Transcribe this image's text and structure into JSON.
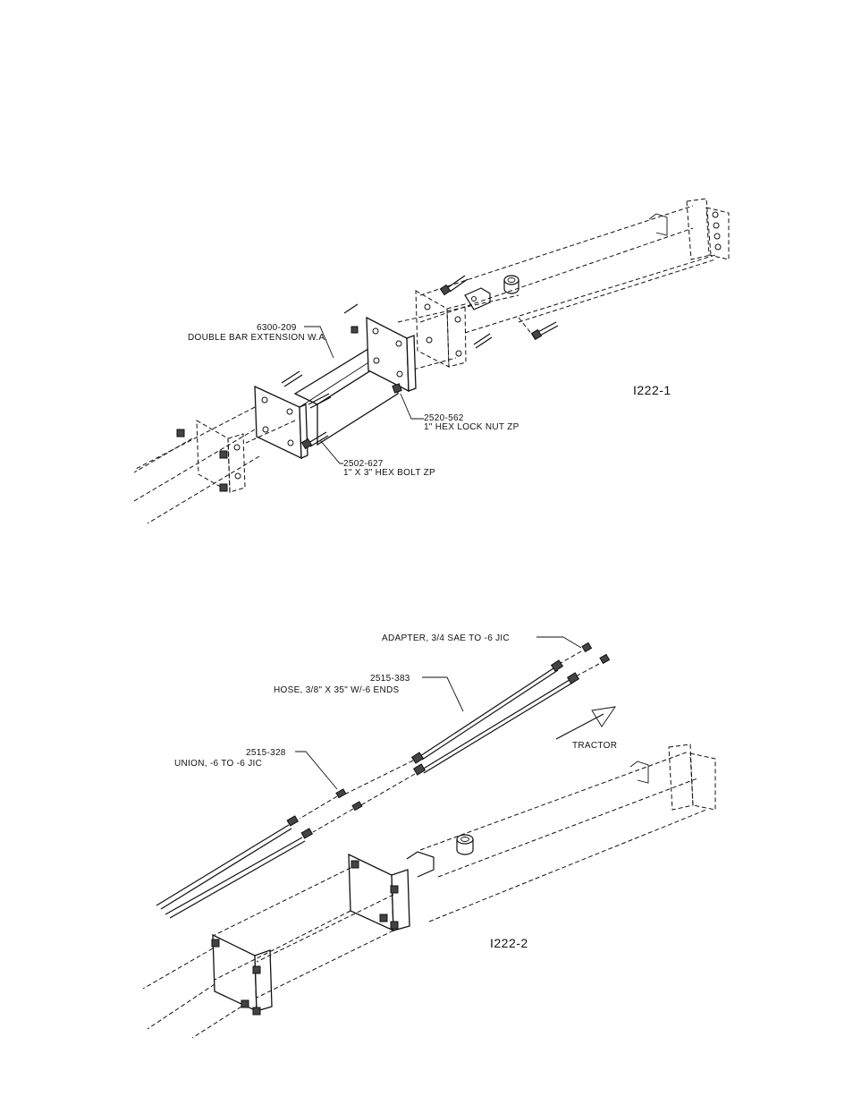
{
  "figure1": {
    "id": "I222-1",
    "callouts": [
      {
        "part": "6300-209",
        "desc": "DOUBLE BAR EXTENSION W.A."
      },
      {
        "part": "2520-562",
        "desc": "1\" HEX LOCK NUT ZP"
      },
      {
        "part": "2502-627",
        "desc": "1\" X 3\" HEX BOLT ZP"
      }
    ]
  },
  "figure2": {
    "id": "I222-2",
    "callouts": [
      {
        "part": "",
        "desc": "ADAPTER, 3/4 SAE TO -6 JIC"
      },
      {
        "part": "2515-383",
        "desc": "HOSE, 3/8\" X 35\" W/-6 ENDS"
      },
      {
        "part": "2515-328",
        "desc": "UNION, -6 TO -6 JIC"
      }
    ],
    "direction_label": "TRACTOR"
  }
}
